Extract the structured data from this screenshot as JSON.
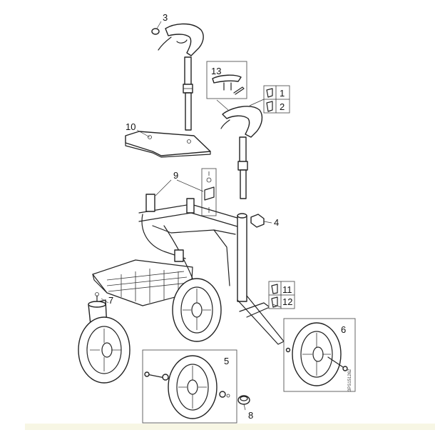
{
  "callouts": [
    {
      "id": "c1",
      "label": "1"
    },
    {
      "id": "c2",
      "label": "2"
    },
    {
      "id": "c3",
      "label": "3"
    },
    {
      "id": "c4",
      "label": "4"
    },
    {
      "id": "c5",
      "label": "5"
    },
    {
      "id": "c6",
      "label": "6"
    },
    {
      "id": "c7",
      "label": "7"
    },
    {
      "id": "c8",
      "label": "8"
    },
    {
      "id": "c9",
      "label": "9"
    },
    {
      "id": "c10",
      "label": "10"
    },
    {
      "id": "c11",
      "label": "11"
    },
    {
      "id": "c12",
      "label": "12"
    },
    {
      "id": "c13",
      "label": "13"
    }
  ],
  "doc_id": "3PS151262"
}
